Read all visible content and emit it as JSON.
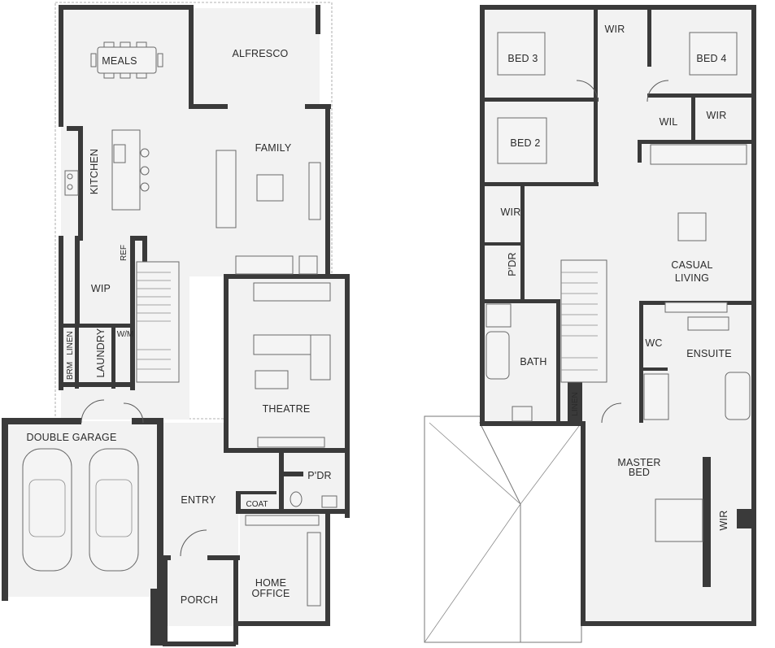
{
  "ground_floor": {
    "rooms": {
      "meals": "MEALS",
      "alfresco": "ALFRESCO",
      "family": "FAMILY",
      "kitchen": "KITCHEN",
      "ref": "REF",
      "wip": "WIP",
      "linen": "LINEN",
      "brm": "BRM",
      "wm": "W/M",
      "laundry": "LAUNDRY",
      "theatre": "THEATRE",
      "double_garage": "DOUBLE GARAGE",
      "entry": "ENTRY",
      "pdr": "P'DR",
      "coat": "COAT",
      "porch": "PORCH",
      "home_office_line1": "HOME",
      "home_office_line2": "OFFICE"
    }
  },
  "first_floor": {
    "rooms": {
      "bed3": "BED 3",
      "wir_top": "WIR",
      "bed4": "BED 4",
      "wil": "WIL",
      "wir_bed4": "WIR",
      "bed2": "BED 2",
      "wir_bed2": "WIR",
      "pdr": "P'DR",
      "casual_living_line1": "CASUAL",
      "casual_living_line2": "LIVING",
      "wc": "WC",
      "ensuite": "ENSUITE",
      "bath": "BATH",
      "linen": "LINEN",
      "master_bed_line1": "MASTER",
      "master_bed_line2": "BED",
      "wir_master": "WIR"
    }
  }
}
